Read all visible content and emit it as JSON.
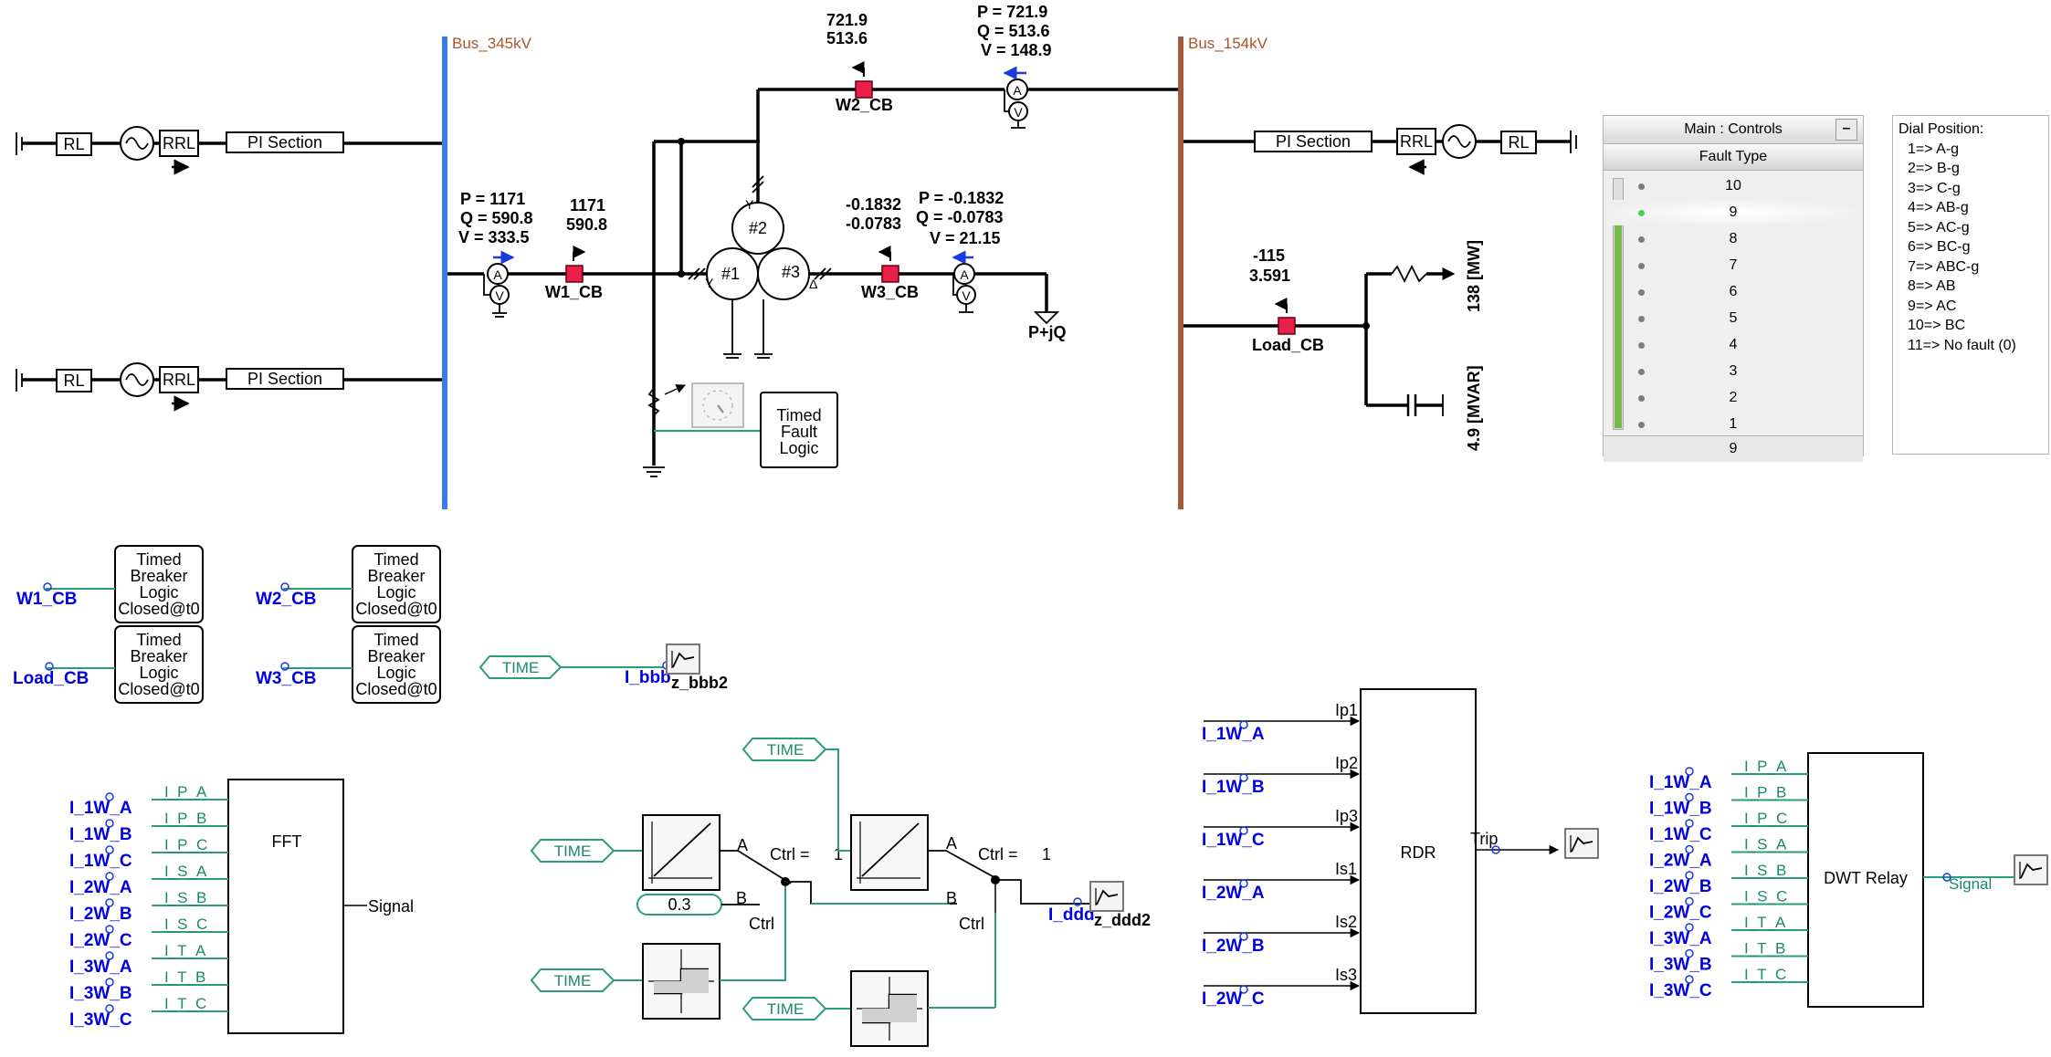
{
  "buses": {
    "bus345": "Bus_345kV",
    "bus154": "Bus_154kV"
  },
  "source": {
    "rl": "RL",
    "rrl": "RRL",
    "pi": "PI Section"
  },
  "meters": {
    "m1": {
      "p": "P = 1171",
      "q": "Q = 590.8",
      "v": "V = 333.5"
    },
    "m1b": {
      "p": "1171",
      "q": "590.8"
    },
    "m2": {
      "p": "P = 721.9",
      "q": "Q = 513.6",
      "v": "V = 148.9"
    },
    "m2b": {
      "p": "721.9",
      "q": "513.6"
    },
    "m3": {
      "p": "P = -0.1832",
      "q": "Q = -0.0783",
      "v": "V = 21.15"
    },
    "m3b": {
      "p": "-0.1832",
      "q": "-0.0783"
    },
    "load": {
      "p": "-115",
      "q": "3.591"
    }
  },
  "meter_symbols": {
    "a": "A",
    "v": "V"
  },
  "breakers": {
    "w1": "W1_CB",
    "w2": "W2_CB",
    "w3": "W3_CB",
    "load": "Load_CB"
  },
  "transformer": {
    "w1": "#1",
    "w2": "#2",
    "w3": "#3",
    "star": "Y",
    "delta": "Δ"
  },
  "load_labels": {
    "pq": "P+jQ",
    "mw": "138 [MW]",
    "mvar": "4.9 [MVAR]"
  },
  "fault_logic": [
    "Timed",
    "Fault",
    "Logic"
  ],
  "breaker_logic": [
    "Timed",
    "Breaker",
    "Logic",
    "Closed@t0"
  ],
  "breaker_signals": {
    "w1": "W1_CB",
    "w2": "W2_CB",
    "w3": "W3_CB",
    "load": "Load_CB"
  },
  "time_label": "TIME",
  "probes": {
    "bbb": "I_bbb",
    "bbb2": "z_bbb2",
    "ddd": "I_ddd",
    "ddd2": "z_ddd2"
  },
  "const_value": "0.3",
  "switch": {
    "ctrl_eq": "Ctrl =",
    "one": "1",
    "ctrl": "Ctrl",
    "a": "A",
    "b": "B"
  },
  "fft": {
    "title": "FFT",
    "inputs": [
      "I_1W_A",
      "I_1W_B",
      "I_1W_C",
      "I_2W_A",
      "I_2W_B",
      "I_2W_C",
      "I_3W_A",
      "I_3W_B",
      "I_3W_C"
    ],
    "wires": [
      "I_P_A",
      "I_P_B",
      "I_P_C",
      "I_S_A",
      "I_S_B",
      "I_S_C",
      "I_T_A",
      "I_T_B",
      "I_T_C"
    ],
    "output": "Signal"
  },
  "rdr": {
    "title": "RDR",
    "inputs": [
      "I_1W_A",
      "I_1W_B",
      "I_1W_C",
      "I_2W_A",
      "I_2W_B",
      "I_2W_C"
    ],
    "ports": [
      "Ip1",
      "Ip2",
      "Ip3",
      "Is1",
      "Is2",
      "Is3"
    ],
    "output": "Trip"
  },
  "dwt": {
    "title": "DWT Relay",
    "inputs": [
      "I_1W_A",
      "I_1W_B",
      "I_1W_C",
      "I_2W_A",
      "I_2W_B",
      "I_2W_C",
      "I_3W_A",
      "I_3W_B",
      "I_3W_C"
    ],
    "wires": [
      "I_P_A",
      "I_P_B",
      "I_P_C",
      "I_S_A",
      "I_S_B",
      "I_S_C",
      "I_T_A",
      "I_T_B",
      "I_T_C"
    ],
    "output": "Signal"
  },
  "controls": {
    "title": "Main : Controls",
    "minimize": "–",
    "dial_title": "Fault Type",
    "positions": [
      "10",
      "9",
      "8",
      "7",
      "6",
      "5",
      "4",
      "3",
      "2",
      "1"
    ],
    "selected": "9",
    "level": 0.9
  },
  "dial_legend": {
    "title": "Dial Position:",
    "items": [
      "1=> A-g",
      "2=> B-g",
      "3=> C-g",
      "4=> AB-g",
      "5=> AC-g",
      "6=> BC-g",
      "7=> ABC-g",
      "8=> AB",
      "9=> AC",
      "10=> BC",
      "11=> No fault (0)"
    ]
  },
  "colors": {
    "bus345": "#3a7be0",
    "bus154": "#a05a3c",
    "signal": "#2a9d7f",
    "label": "#0000e0",
    "breaker": "#e8204a"
  }
}
